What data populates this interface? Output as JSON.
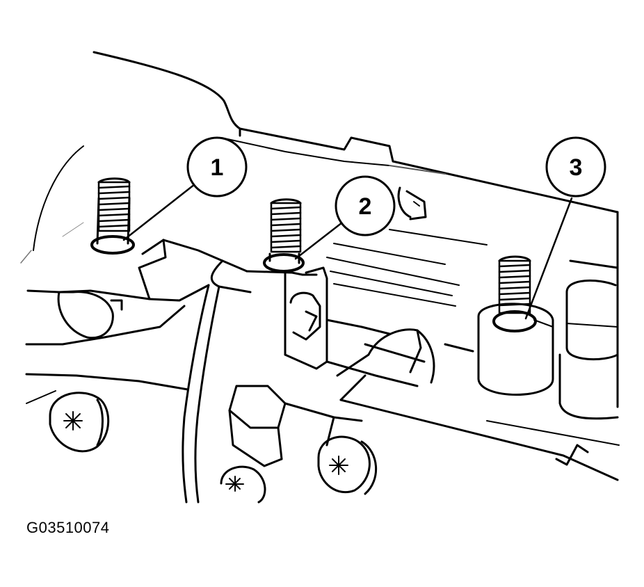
{
  "figure": {
    "figure_id": "G03510074",
    "callouts": [
      {
        "label": "1",
        "target": "stud"
      },
      {
        "label": "2",
        "target": "stud"
      },
      {
        "label": "3",
        "target": "stud"
      }
    ]
  },
  "colors": {
    "line": "#000000",
    "background": "#ffffff",
    "hatch": "#888888"
  }
}
